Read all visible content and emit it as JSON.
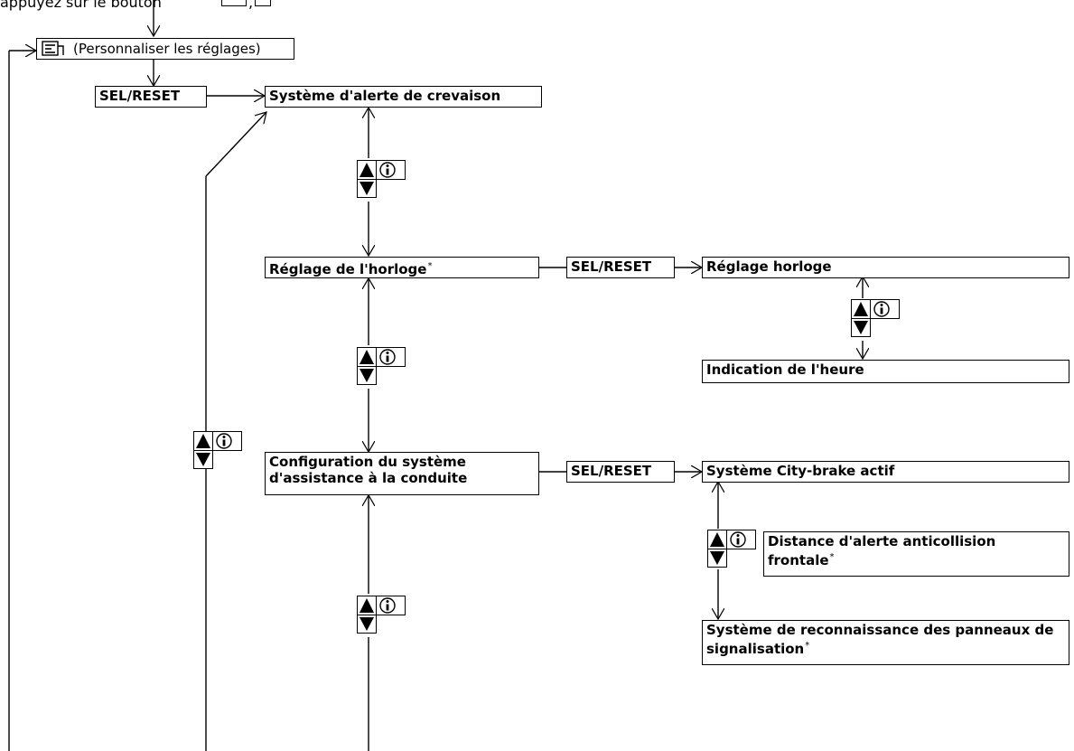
{
  "header": {
    "top_text": "appuyez sur le bouton",
    "top_text_suffix": ","
  },
  "nodes": {
    "customize": "(Personnaliser les réglages)",
    "sel_reset_1": "SEL/RESET",
    "flat_tire": "Système d'alerte de crevaison",
    "clock_setting": "Réglage de l'horloge",
    "sel_reset_2": "SEL/RESET",
    "clock_adjust": "Réglage horloge",
    "time_display": "Indication de l'heure",
    "driver_assist_line1": "Configuration du système",
    "driver_assist_line2": "d'assistance à la conduite",
    "sel_reset_3": "SEL/RESET",
    "city_brake": "Système City-brake actif",
    "fcw_line1": "Distance d'alerte anticollision",
    "fcw_line2": "frontale",
    "tsr_line1": "Système de reconnaissance des panneaux de",
    "tsr_line2": "signalisation",
    "asterisk": "*"
  },
  "icons": {
    "up": "up-arrow-icon",
    "down": "down-arrow-icon",
    "info": "info-icon",
    "menu": "menu-icon"
  }
}
